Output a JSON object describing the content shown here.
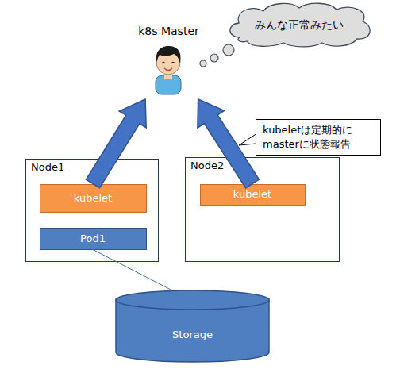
{
  "diagram": {
    "nodes": [
      {
        "text": [
          "k8s Master"
        ]
      },
      {
        "text": [
          "みんな正常みたい"
        ]
      },
      {
        "text": [
          "kubeletは定期的に masterに状態報告"
        ]
      },
      {
        "text": [
          "Node1"
        ]
      },
      {
        "text": [
          "kubelet"
        ],
        "in": 3
      },
      {
        "text": [
          "Pod1"
        ],
        "in": 3
      },
      {
        "text": [
          "Node2"
        ]
      },
      {
        "text": [
          "kubelet"
        ],
        "in": 6
      },
      {
        "text": [
          "Storage"
        ]
      }
    ],
    "edges": [
      {
        "from": 4,
        "to": 0,
        "arrow": "to"
      },
      {
        "from": 7,
        "to": 0,
        "arrow": "to"
      },
      {
        "from": 5,
        "to": 8,
        "arrow": "none"
      }
    ]
  }
}
